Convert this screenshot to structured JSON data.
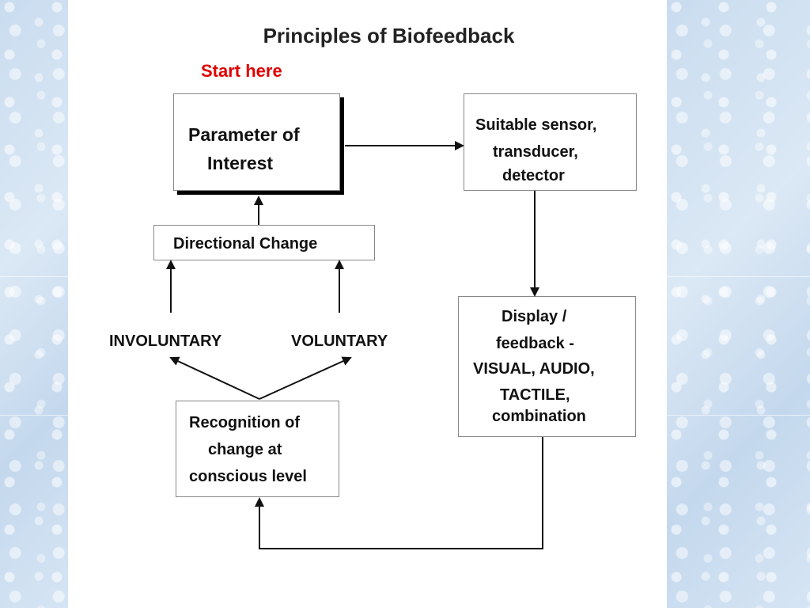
{
  "diagram": {
    "title": "Principles of Biofeedback",
    "start_label": "Start here",
    "nodes": {
      "parameter": [
        "Parameter of",
        "Interest"
      ],
      "sensor": [
        "Suitable sensor,",
        "transducer,",
        "detector"
      ],
      "display": [
        "Display /",
        "feedback -",
        "VISUAL, AUDIO,",
        "TACTILE,",
        "combination"
      ],
      "directional": [
        "Directional Change"
      ],
      "recognition": [
        "Recognition of",
        "change at",
        "conscious level"
      ]
    },
    "labels": {
      "involuntary": "INVOLUNTARY",
      "voluntary": "VOLUNTARY"
    },
    "edges": [
      {
        "from": "parameter",
        "to": "sensor"
      },
      {
        "from": "sensor",
        "to": "display"
      },
      {
        "from": "display",
        "to": "recognition"
      },
      {
        "from": "recognition",
        "to": "involuntary"
      },
      {
        "from": "recognition",
        "to": "voluntary"
      },
      {
        "from": "involuntary",
        "to": "directional"
      },
      {
        "from": "voluntary",
        "to": "directional"
      },
      {
        "from": "directional",
        "to": "parameter"
      }
    ]
  }
}
